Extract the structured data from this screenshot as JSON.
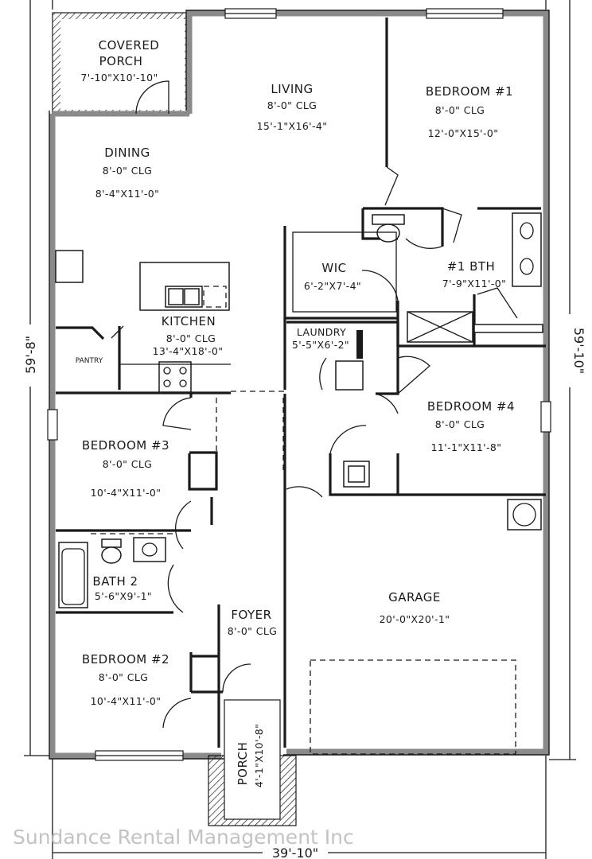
{
  "rooms": {
    "covered_porch": {
      "line1": "COVERED",
      "line2": "PORCH",
      "size": "7'-10\"X10'-10\""
    },
    "living": {
      "name": "LIVING",
      "clg": "8'-0\" CLG",
      "size": "15'-1\"X16'-4\""
    },
    "bedroom1": {
      "name": "BEDROOM #1",
      "clg": "8'-0\" CLG",
      "size": "12'-0\"X15'-0\""
    },
    "dining": {
      "name": "DINING",
      "clg": "8'-0\" CLG",
      "size": "8'-4\"X11'-0\""
    },
    "wic": {
      "name": "WIC",
      "size": "6'-2\"X7'-4\""
    },
    "bath1": {
      "name": "#1 BTH",
      "size": "7'-9\"X11'-0\""
    },
    "kitchen": {
      "name": "KITCHEN",
      "clg": "8'-0\" CLG",
      "size": "13'-4\"X18'-0\""
    },
    "pantry": {
      "name": "PANTRY"
    },
    "laundry": {
      "name": "LAUNDRY",
      "size": "5'-5\"X6'-2\""
    },
    "bedroom4": {
      "name": "BEDROOM #4",
      "clg": "8'-0\" CLG",
      "size": "11'-1\"X11'-8\""
    },
    "bedroom3": {
      "name": "BEDROOM #3",
      "clg": "8'-0\" CLG",
      "size": "10'-4\"X11'-0\""
    },
    "bath2": {
      "name": "BATH 2",
      "size": "5'-6\"X9'-1\""
    },
    "garage": {
      "name": "GARAGE",
      "size": "20'-0\"X20'-1\""
    },
    "foyer": {
      "name": "FOYER",
      "clg": "8'-0\" CLG"
    },
    "bedroom2": {
      "name": "BEDROOM #2",
      "clg": "8'-0\" CLG",
      "size": "10'-4\"X11'-0\""
    },
    "porch": {
      "name": "PORCH",
      "size": "4'-1\"X10'-8\""
    }
  },
  "dimensions": {
    "left": "59'-8\"",
    "right": "59'-10\"",
    "bottom": "39'-10\""
  },
  "watermark": "Sundance Rental Management Inc",
  "colors": {
    "wall_fill": "#8a8a8a",
    "line": "#1a1a1a",
    "background": "#ffffff",
    "watermark": "#b9b9b9"
  }
}
